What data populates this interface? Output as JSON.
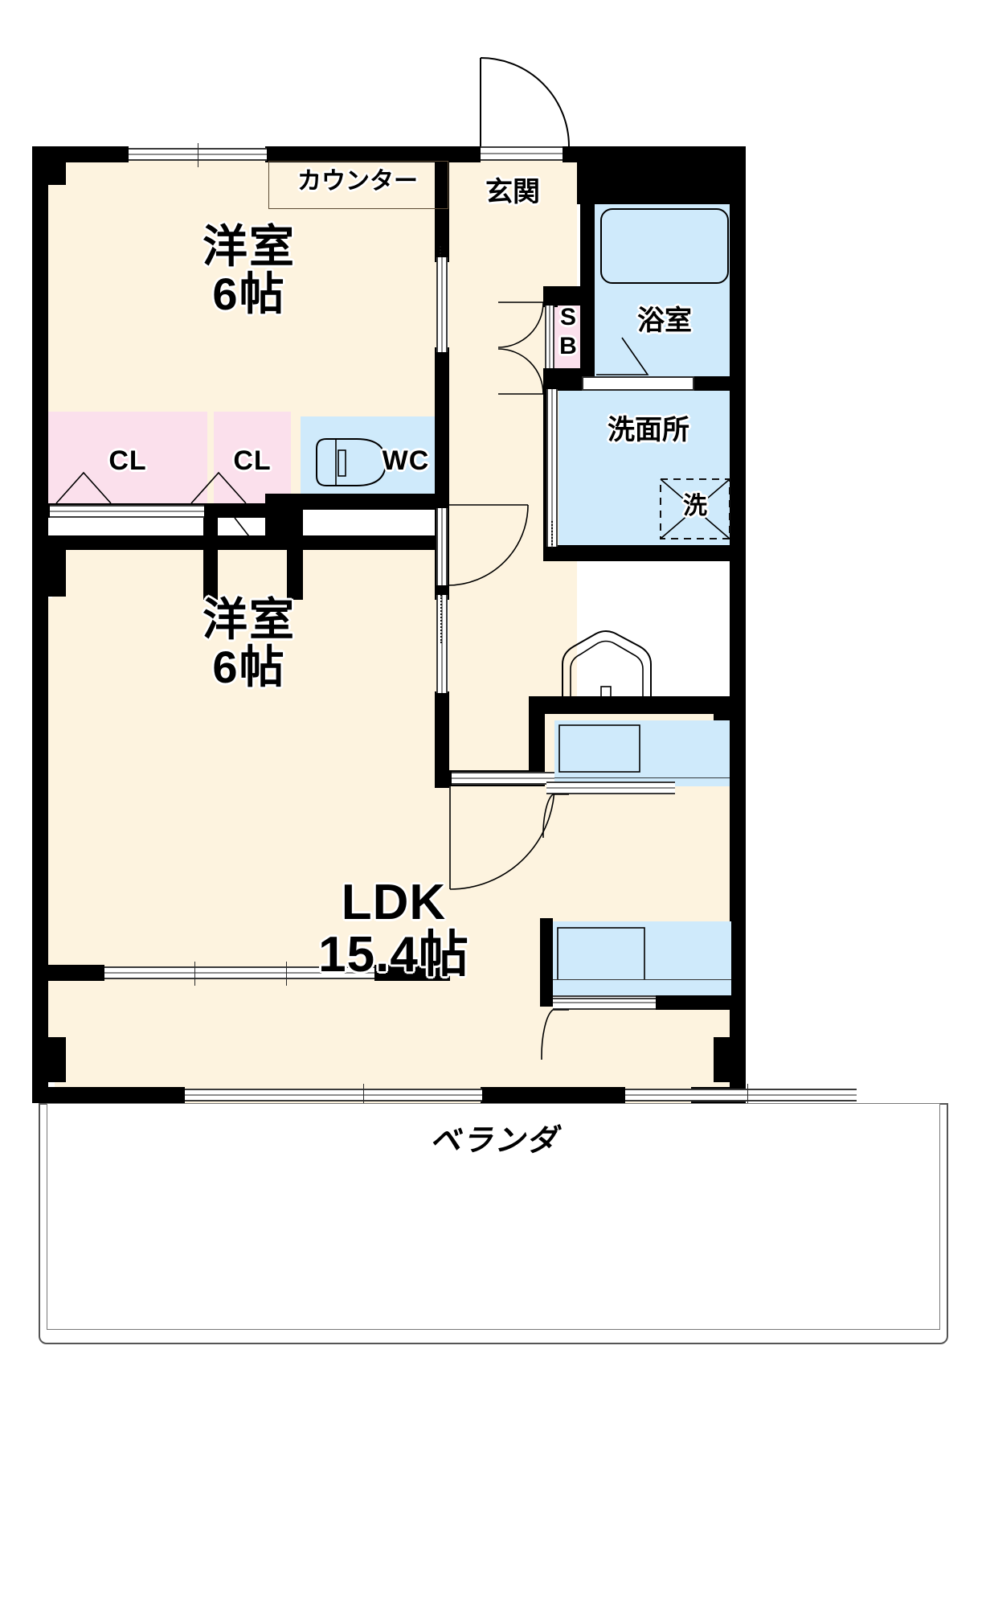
{
  "plan": {
    "type": "japanese-floor-plan",
    "layout_name": "2LDK",
    "rooms": [
      {
        "id": "washitsu_top",
        "label": "洋室",
        "size": "6帖",
        "kind": "western-room"
      },
      {
        "id": "washitsu_bottom",
        "label": "洋室",
        "size": "6帖",
        "kind": "western-room"
      },
      {
        "id": "ldk",
        "label": "LDK",
        "size": "15.4帖",
        "kind": "living-dining-kitchen"
      },
      {
        "id": "genkan",
        "label": "玄関",
        "kind": "entrance"
      },
      {
        "id": "yokushitsu",
        "label": "浴室",
        "kind": "bathroom"
      },
      {
        "id": "senmenjo",
        "label": "洗面所",
        "kind": "washroom"
      },
      {
        "id": "wc",
        "label": "WC",
        "kind": "toilet"
      },
      {
        "id": "veranda",
        "label": "ベランダ",
        "kind": "balcony"
      }
    ],
    "storage": [
      {
        "id": "closet_left",
        "label": "CL"
      },
      {
        "id": "closet_right",
        "label": "CL"
      },
      {
        "id": "shoe_box",
        "label_top": "S",
        "label_bottom": "B"
      }
    ],
    "fixtures": [
      {
        "id": "counter",
        "label": "カウンター"
      },
      {
        "id": "washing_machine_space",
        "label": "洗"
      },
      {
        "id": "bathtub",
        "label": ""
      },
      {
        "id": "vanity_sink",
        "label": ""
      },
      {
        "id": "kitchen_sink",
        "label": ""
      },
      {
        "id": "toilet_bowl",
        "label": ""
      }
    ],
    "colors": {
      "floor": "#fdf3df",
      "wet_area": "#cfeafb",
      "closet": "#fbe0ec",
      "wall": "#000000",
      "background": "#ffffff"
    }
  },
  "labels": {
    "bedroom_name": "洋室",
    "bedroom_top_size": "6帖",
    "bedroom_bottom_size": "6帖",
    "ldk_name": "LDK",
    "ldk_size": "15.4帖",
    "genkan": "玄関",
    "bath": "浴室",
    "washroom": "洗面所",
    "wc": "WC",
    "closet_left": "CL",
    "closet_right": "CL",
    "shoebox_top": "S",
    "shoebox_bottom": "B",
    "counter": "カウンター",
    "washer": "洗",
    "veranda": "ベランダ"
  }
}
